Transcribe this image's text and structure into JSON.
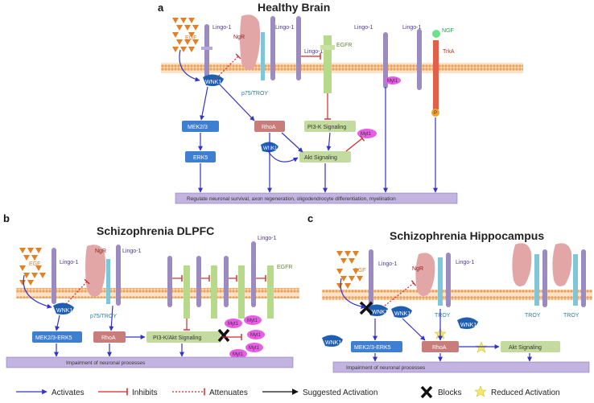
{
  "panels": {
    "a": {
      "letter": "a",
      "title": "Healthy Brain"
    },
    "b": {
      "letter": "b",
      "title": "Schizophrenia DLPFC"
    },
    "c": {
      "letter": "c",
      "title": "Schizophrenia Hippocampus"
    }
  },
  "labels": {
    "egf": "EGF",
    "lingo1": "Lingo-1",
    "ngr": "NgR",
    "egfr": "EGFR",
    "ngf": "NGF",
    "trka": "TrkA",
    "wnk1": "WNK1",
    "p75troy": "p75/TROY",
    "troy": "TROY",
    "myt1": "Myt1",
    "p": "P",
    "mek23": "MEK2/3",
    "erk5": "ERK5",
    "rhoa": "RhoA",
    "pi3k": "PI3-K Signaling",
    "akt": "Akt Signaling",
    "mek23erk5": "MEK2/3-ERK5",
    "pi3kakt": "PI3-K/Akt Signaling"
  },
  "bars": {
    "a": "Regulate neuronal survival, axon regeneration, oligodendrocyte differentiation, myelination",
    "b": "Impairment of neuronal processes",
    "c": "Impairment of neuronal processes"
  },
  "legend": {
    "activates": "Activates",
    "inhibits": "Inhibits",
    "attenuates": "Attenuates",
    "suggested": "Suggested Activation",
    "blocks": "Blocks",
    "reduced": "Reduced Activation"
  },
  "colors": {
    "egf": "#e67e22",
    "lingo": "#9b8bbf",
    "ngr": "#e3a6a6",
    "troy": "#7fc7d8",
    "egfr": "#b6d98a",
    "trka": "#e0604a",
    "ngf": "#6ee08a",
    "wnk1": "#1f5fb3",
    "myt1": "#e85de6",
    "mek": "#3f7fd1",
    "rhoa": "#c97d7a",
    "pi3k": "#c3db9e",
    "bar": "#c3b3e0",
    "activate": "#3333cc",
    "inhibit": "#d62728",
    "membrane": "#f0ad6e"
  }
}
